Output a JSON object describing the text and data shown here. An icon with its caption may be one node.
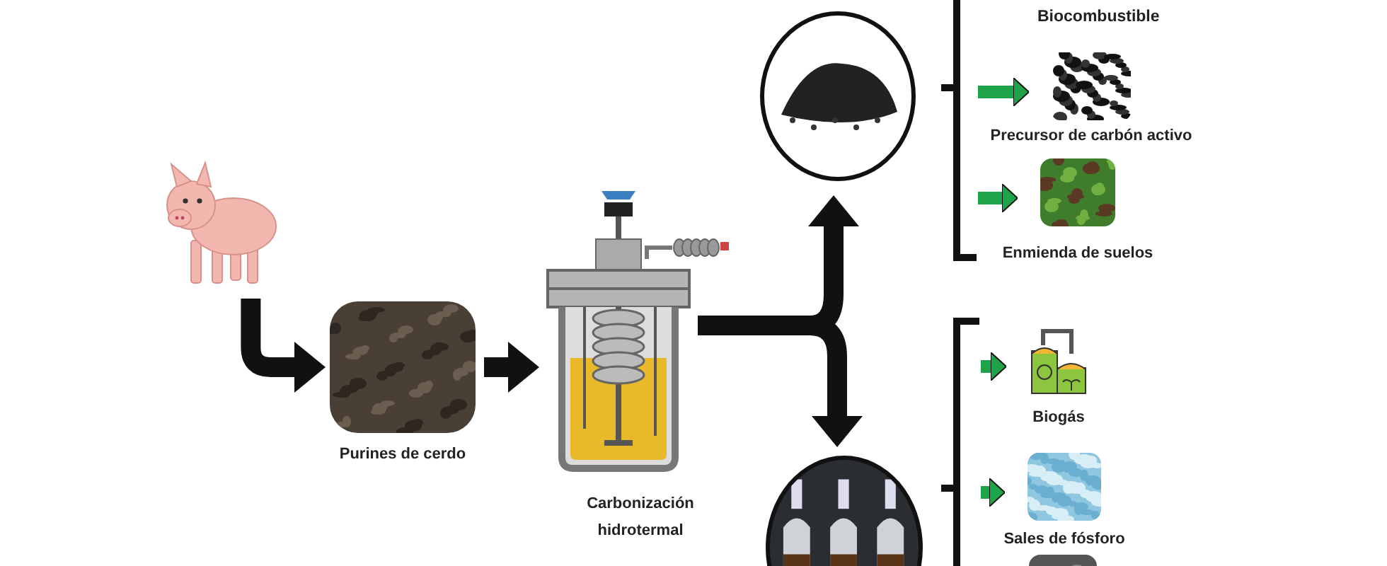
{
  "diagram": {
    "nodes": [
      {
        "text": [],
        "shape": "picture"
      },
      {
        "text": [],
        "shape": "picture",
        "beside": [
          "Purines de cerdo"
        ]
      },
      {
        "text": [],
        "shape": "picture",
        "beside": [
          "Carbonización hidrotermal"
        ]
      },
      {
        "text": [],
        "shape": "picture"
      },
      {
        "text": [],
        "shape": "picture"
      },
      {
        "text": [],
        "shape": "picture",
        "beside": [
          "Precursor de carbón activo"
        ]
      },
      {
        "text": [],
        "shape": "picture",
        "beside": [
          "Enmienda de suelos"
        ]
      },
      {
        "text": [],
        "shape": "picture",
        "beside": [
          "Biogás"
        ]
      },
      {
        "text": [],
        "shape": "picture",
        "beside": [
          "Sales de fósforo"
        ]
      },
      {
        "text": [],
        "shape": "picture"
      },
      {
        "text": [],
        "shape": "bracket"
      },
      {
        "text": [],
        "shape": "bracket"
      }
    ],
    "edges": [
      {
        "from": 0,
        "to": 1,
        "arrow": "to"
      },
      {
        "from": 1,
        "to": 2,
        "arrow": "to"
      },
      {
        "from": 2,
        "to": 3,
        "arrow": "to"
      },
      {
        "from": 2,
        "to": 4,
        "arrow": "to"
      },
      {
        "from": 10,
        "to": 5,
        "arrow": "to",
        "color": "#1fa34a"
      },
      {
        "from": 10,
        "to": 6,
        "arrow": "to",
        "color": "#1fa34a"
      },
      {
        "from": 11,
        "to": 7,
        "arrow": "to",
        "color": "#1fa34a"
      },
      {
        "from": 11,
        "to": 8,
        "arrow": "to",
        "color": "#1fa34a"
      }
    ],
    "labels": [
      "Biocombustible"
    ]
  }
}
